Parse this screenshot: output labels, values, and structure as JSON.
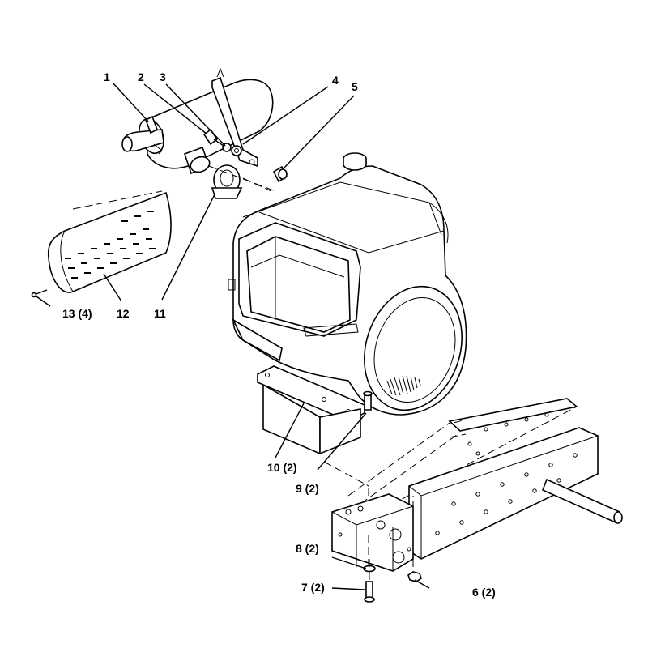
{
  "callouts": [
    {
      "id": "1",
      "text": "1"
    },
    {
      "id": "2",
      "text": "2"
    },
    {
      "id": "3",
      "text": "3"
    },
    {
      "id": "4",
      "text": "4"
    },
    {
      "id": "5",
      "text": "5"
    },
    {
      "id": "6",
      "text": "6 (2)"
    },
    {
      "id": "7",
      "text": "7 (2)"
    },
    {
      "id": "8",
      "text": "8 (2)"
    },
    {
      "id": "9",
      "text": "9 (2)"
    },
    {
      "id": "10",
      "text": "10 (2)"
    },
    {
      "id": "11",
      "text": "11"
    },
    {
      "id": "12",
      "text": "12"
    },
    {
      "id": "13",
      "text": "13 (4)"
    }
  ]
}
